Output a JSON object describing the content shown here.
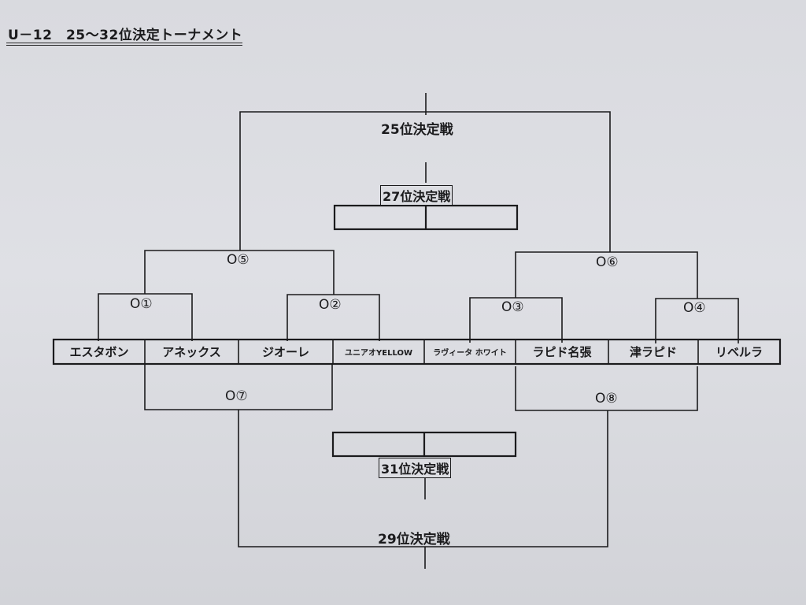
{
  "title": "U－12　25～32位決定トーナメント",
  "placement_labels": {
    "p25": "25位決定戦",
    "p27": "27位決定戦",
    "p29": "29位決定戦",
    "p31": "31位決定戦"
  },
  "matches": {
    "m1": "O①",
    "m2": "O②",
    "m3": "O③",
    "m4": "O④",
    "m5": "O⑤",
    "m6": "O⑥",
    "m7": "O⑦",
    "m8": "O⑧"
  },
  "teams": [
    "エスタボン",
    "アネックス",
    "ジオーレ",
    "ユニアオYELLOW",
    "ラヴィータ ホワイト",
    "ラピド名張",
    "津ラピド",
    "リベルラ"
  ],
  "colors": {
    "ink": "#1b1b1d",
    "paper": "#dcdde2"
  }
}
